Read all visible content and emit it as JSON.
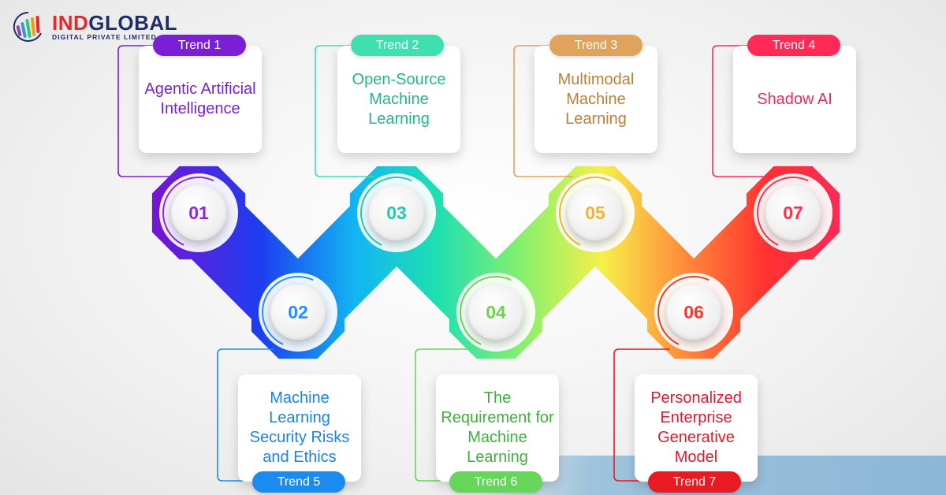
{
  "logo": {
    "name_part1": "IND",
    "name_part2": "GLOBAL",
    "subtitle": "DIGITAL PRIVATE LIMITED",
    "colors": [
      "#e52828",
      "#f39c12",
      "#2ecc71",
      "#3498db",
      "#8e44ad",
      "#1f2d6b"
    ]
  },
  "trends": [
    {
      "number": "01",
      "trend_label": "Trend 1",
      "title": "Agentic Artificial Intelligence",
      "color": "#7a1fd6"
    },
    {
      "number": "02",
      "trend_label": "Trend 5",
      "title": "Machine Learning Security Risks and Ethics",
      "color": "#1a82e8"
    },
    {
      "number": "03",
      "trend_label": "Trend 2",
      "title": "Open-Source Machine Learning",
      "color": "#26b58a"
    },
    {
      "number": "04",
      "trend_label": "Trend 6",
      "title": "The Requirement for Machine Learning",
      "color": "#3fae3c"
    },
    {
      "number": "05",
      "trend_label": "Trend 3",
      "title": "Multimodal Machine Learning",
      "color": "#b8813a"
    },
    {
      "number": "06",
      "trend_label": "Trend 7",
      "title": "Personalized Enterprise Generative Model",
      "color": "#e0182f"
    },
    {
      "number": "07",
      "trend_label": "Trend 4",
      "title": "Shadow AI",
      "color": "#ea2b55"
    }
  ],
  "node_colors": [
    "#8a2be2",
    "#1e90ff",
    "#23c9b3",
    "#6cd64a",
    "#f0b632",
    "#f03a32",
    "#ff2f4a"
  ],
  "pill_colors": {
    "Trend 1": "#7a1fd6",
    "Trend 2": "#3fe0b0",
    "Trend 3": "#e0a35c",
    "Trend 4": "#ff2a55",
    "Trend 5": "#1a8cf0",
    "Trend 6": "#66d65a",
    "Trend 7": "#e81b23"
  }
}
